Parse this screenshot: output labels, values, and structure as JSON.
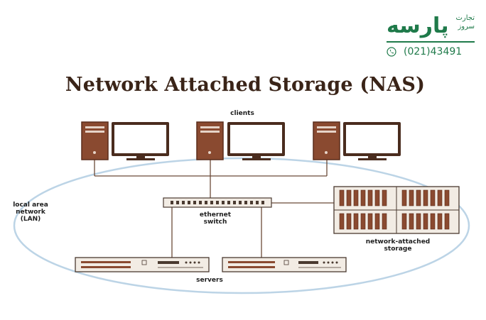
{
  "diagram": {
    "title": "Network Attached Storage (NAS)",
    "labels": {
      "clients": "clients",
      "lan": "local area\nnetwork\n(LAN)",
      "switch": "ethernet\nswitch",
      "nas": "network-attached\nstorage",
      "servers": "servers"
    }
  },
  "brand": {
    "name": "پارسه",
    "tagline": "تجارت\nسروز",
    "phone": "(021)43491",
    "color": "#1f7a4a"
  },
  "colors": {
    "tower": "#8a4a30",
    "tower_dark": "#5a2c1a",
    "monitor_frame": "#4a2c1e",
    "line": "#6b4a38",
    "lan_ellipse": "#bcd4e6",
    "rack_fill": "#f2ece4"
  }
}
